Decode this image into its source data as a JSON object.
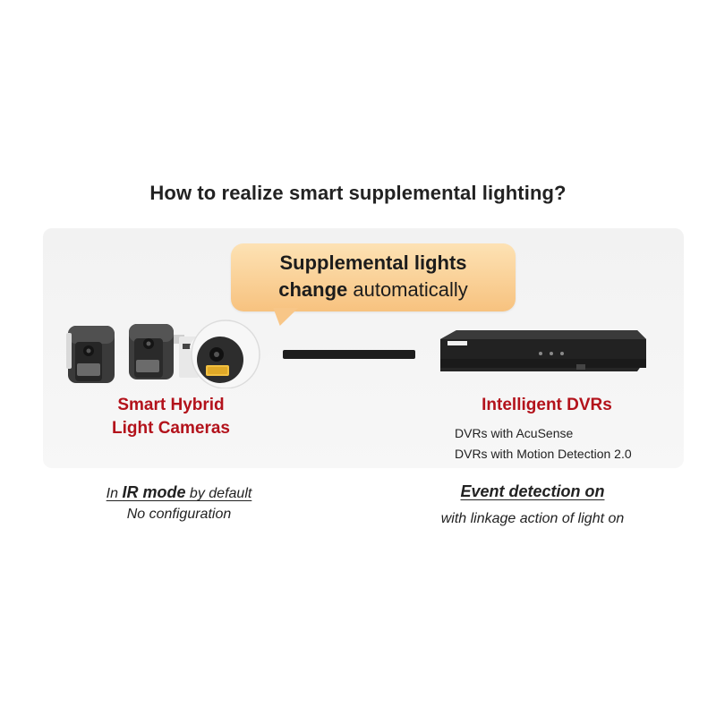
{
  "heading": "How to realize smart supplemental lighting?",
  "bubble": {
    "line1": "Supplemental lights",
    "line2_bold": "change",
    "line2_rest": " automatically"
  },
  "cameras": {
    "title_line1": "Smart Hybrid",
    "title_line2": "Light Cameras"
  },
  "dvrs": {
    "title": "Intelligent DVRs",
    "sub1": "DVRs with AcuSense",
    "sub2": "DVRs with Motion Detection 2.0"
  },
  "left_note": {
    "prefix": "In ",
    "bold": "IR mode",
    "suffix": " by default",
    "line2": "No configuration"
  },
  "right_note": {
    "line1": "Event detection on",
    "line2": "with linkage action of light on"
  },
  "colors": {
    "accent_red": "#b3121b",
    "bubble_orange": "#f7c27f"
  }
}
